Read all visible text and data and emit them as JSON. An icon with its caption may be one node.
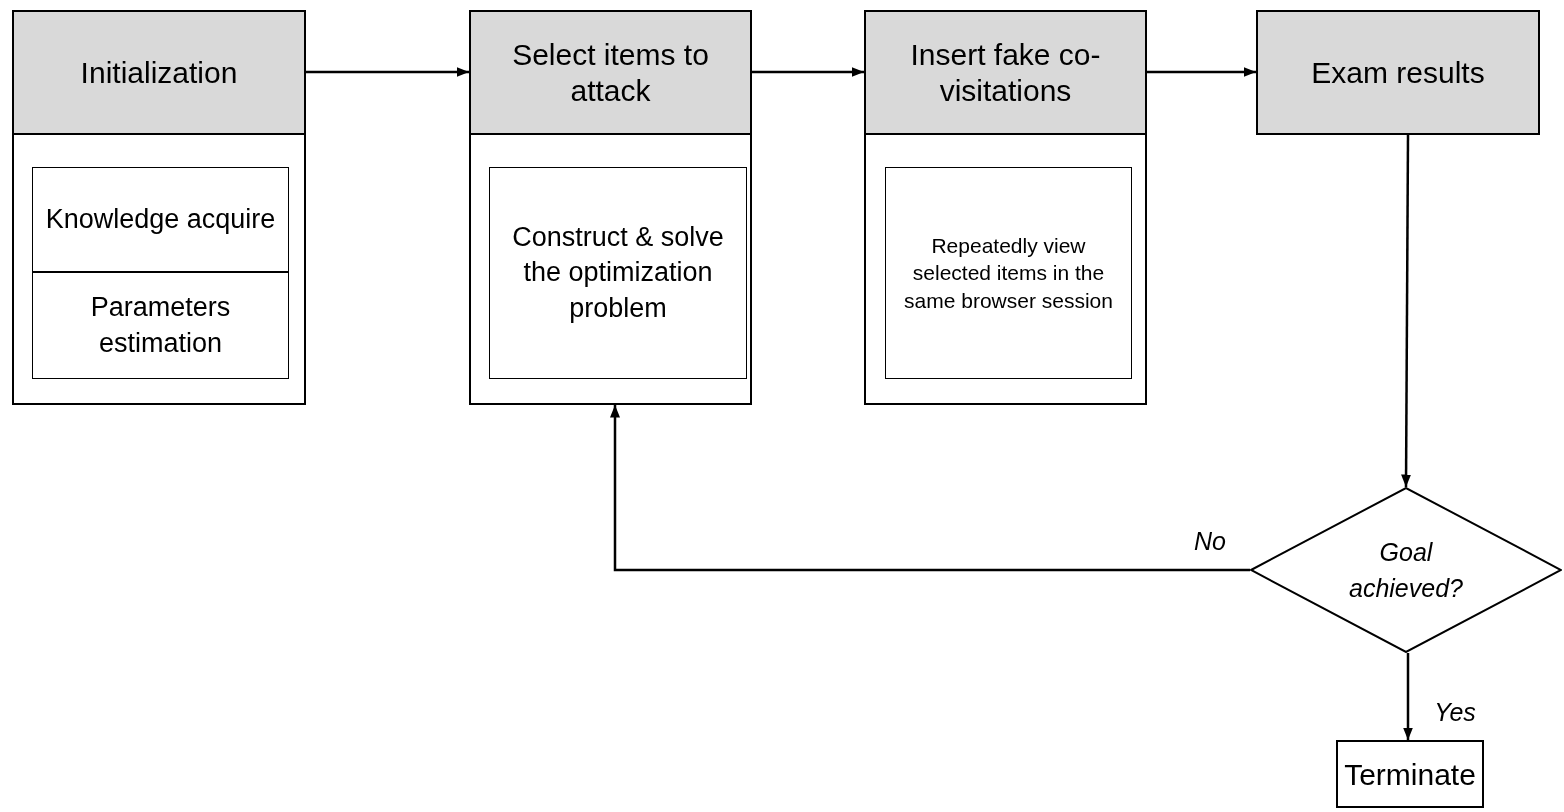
{
  "diagram": {
    "nodes": [
      {
        "text": [
          "Initialization"
        ]
      },
      {
        "text": [
          "Knowledge acquire"
        ],
        "in": 0
      },
      {
        "text": [
          "Parameters estimation"
        ],
        "in": 0
      },
      {
        "text": [
          "Select items to attack"
        ]
      },
      {
        "text": [
          "Construct & solve the optimization problem"
        ],
        "in": 3
      },
      {
        "text": [
          "Insert fake co-visitations"
        ]
      },
      {
        "text": [
          "Repeatedly view selected items in the same browser session"
        ],
        "in": 5
      },
      {
        "text": [
          "Exam results"
        ]
      },
      {
        "text": [
          "Goal achieved?"
        ]
      },
      {
        "text": [
          "Terminate"
        ]
      }
    ],
    "edges": [
      {
        "from": 0,
        "to": 3,
        "arrow": "to"
      },
      {
        "from": 3,
        "to": 5,
        "arrow": "to"
      },
      {
        "from": 5,
        "to": 7,
        "arrow": "to"
      },
      {
        "from": 7,
        "to": 8,
        "arrow": "to"
      },
      {
        "from": 8,
        "to": 3,
        "arrow": "to",
        "label": "No"
      },
      {
        "from": 8,
        "to": 9,
        "arrow": "to",
        "label": "Yes"
      }
    ]
  }
}
